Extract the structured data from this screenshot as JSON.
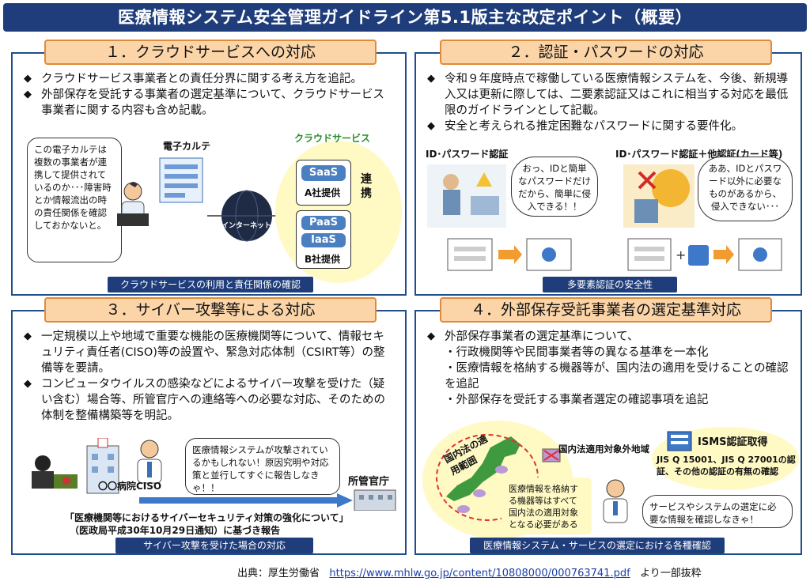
{
  "title": "医療情報システム安全管理ガイドライン第5.1版主な改定ポイント（概要）",
  "panel1": {
    "heading": "１．クラウドサービスへの対応",
    "bullets": [
      "クラウドサービス事業者との責任分界に関する考え方を追記。",
      "外部保存を受託する事業者の選定基準について、クラウドサービス事業者に関する内容も含め記載。"
    ],
    "speech": "この電子カルテは複数の事業者が連携して提供されているのか･･･障害時とか情報流出の時の責任関係を確認しておかないと。",
    "ehr_label": "電子カルテ",
    "internet_label": "インターネット網",
    "cloud_label": "クラウドサービス",
    "saas": "SaaS",
    "paas": "PaaS",
    "iaas": "IaaS",
    "provider_a": "A社提供",
    "provider_b": "B社提供",
    "link_label": "連携",
    "caption": "クラウドサービスの利用と責任関係の確認"
  },
  "panel2": {
    "heading": "２．認証・パスワードの対応",
    "bullets": [
      "令和９年度時点で稼働している医療情報システムを、今後、新規導入又は更新に際しては、二要素認証又はこれに相当する対応を最低限のガイドラインとして記載。",
      "安全と考えられる推定困難なパスワードに関する要件化。"
    ],
    "left_label": "ID･パスワード認証",
    "right_label": "ID･パスワード認証＋他認証(カード等)",
    "left_speech": "おっ、IDと簡単なパスワードだけだから、簡単に侵入できる！！",
    "right_speech": "ああ、IDとパスワード以外に必要なものがあるから、侵入できない･･･",
    "caption": "多要素認証の安全性"
  },
  "panel3": {
    "heading": "３．サイバー攻撃等による対応",
    "bullets": [
      "一定規模以上や地域で重要な機能の医療機関等について、情報セキュリティ責任者(CISO)等の設置や、緊急対応体制（CSIRT等）の整備等を要請。",
      "コンピュータウイルスの感染などによるサイバー攻撃を受けた（疑い含む）場合等、所管官庁への連絡等への必要な対応、そのための体制を整備構築等を明記。"
    ],
    "speech": "医療情報システムが攻撃されているかもしれない！原因究明や対応策と並行してすぐに報告しなきゃ！！",
    "hospital_label": "〇〇病院CISO",
    "ministry_label": "所管官庁",
    "note1": "「医療機関等におけるサイバーセキュリティ対策の強化について」",
    "note2": "（医政局平成30年10月29日通知）に基づき報告",
    "caption": "サイバー攻撃を受けた場合の対応"
  },
  "panel4": {
    "heading": "４．外部保存受託事業者の選定基準対応",
    "bullets": [
      "外部保存事業者の選定基準について、"
    ],
    "subitems": [
      "・行政機関等や民間事業者等の異なる基準を一本化",
      "・医療情報を格納する機器等が、国内法の適用を受けることの確認を追記",
      "・外部保存を受託する事業者選定の確認事項を追記"
    ],
    "domestic_label": "国内法の適用範囲",
    "outside_label": "国内法適用対象外地域",
    "isms_label": "ISMS認証取得",
    "isms_text": "JIS Q 15001、JIS Q 27001の認証、その他の認証の有無の確認",
    "device_text": "医療情報を格納する機器等はすべて国内法の適用対象となる必要がある",
    "speech": "サービスやシステムの選定に必要な情報を確認しなきゃ！",
    "caption": "医療情報システム・サービスの選定における各種確認"
  },
  "source": {
    "prefix": "出典：厚生労働省",
    "url": "https://www.mhlw.go.jp/content/10808000/000763741.pdf",
    "suffix": "より一部抜粋"
  }
}
